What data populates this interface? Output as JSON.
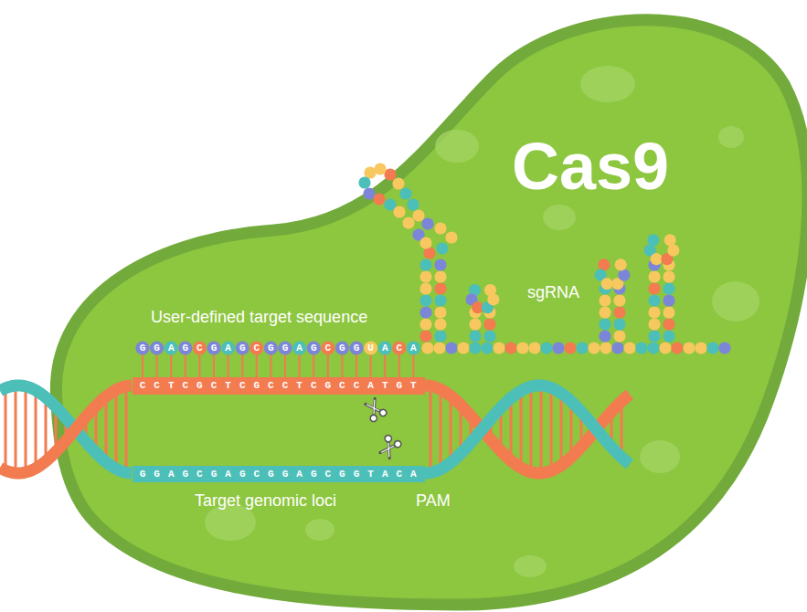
{
  "diagram": {
    "nodes": [
      {
        "text": [
          "Cas9"
        ]
      },
      {
        "text": [
          "CCTCGCTCGCCTCGCCATGT"
        ],
        "in": 0
      },
      {
        "text": [
          "GGAGCGAGCGGAGCGGTACA"
        ],
        "in": 0
      }
    ],
    "labels": [
      "User-defined target sequence",
      "GGAGCGAGCGGAGCGGUACA",
      "sgRNA",
      "Target genomic loci",
      "PAM"
    ]
  }
}
